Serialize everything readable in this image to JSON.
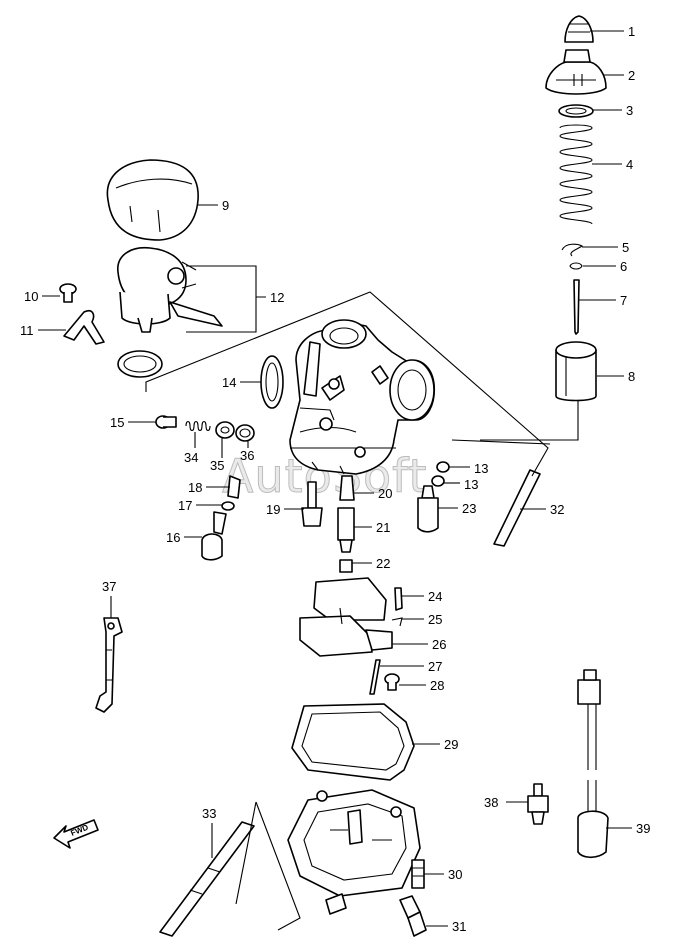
{
  "watermark": "AutoSoft",
  "fwd_label": "FWD",
  "callouts": [
    "1",
    "2",
    "3",
    "4",
    "5",
    "6",
    "7",
    "8",
    "9",
    "10",
    "11",
    "12",
    "13",
    "13",
    "14",
    "15",
    "16",
    "17",
    "18",
    "19",
    "20",
    "21",
    "22",
    "23",
    "24",
    "25",
    "26",
    "27",
    "28",
    "29",
    "30",
    "31",
    "32",
    "33",
    "34",
    "35",
    "36",
    "37",
    "38",
    "39"
  ]
}
